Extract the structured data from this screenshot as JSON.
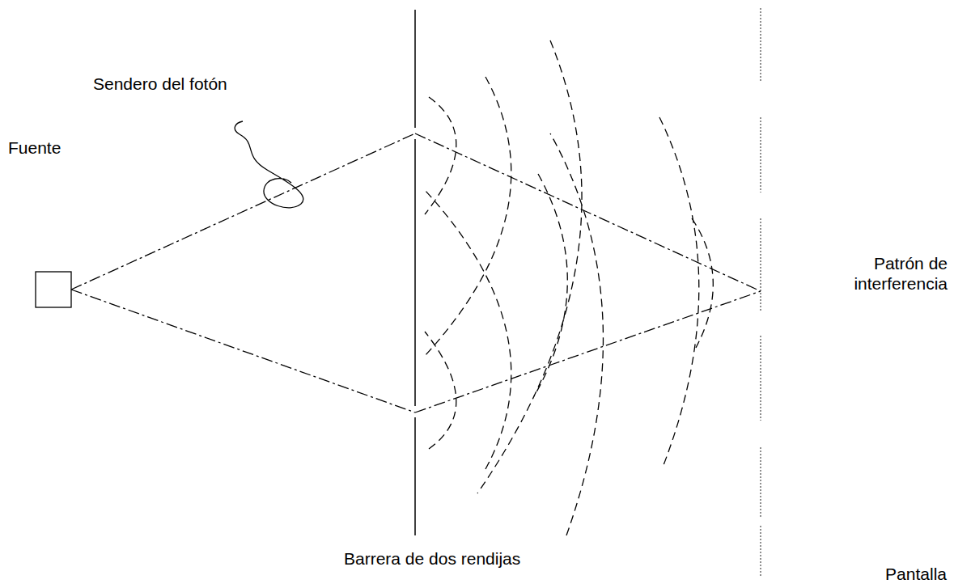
{
  "diagram": {
    "labels": [
      "Sendero del fotón",
      "Fuente",
      "Barrera de dos rendijas",
      "Patrón de interferencia",
      "Pantalla"
    ]
  }
}
